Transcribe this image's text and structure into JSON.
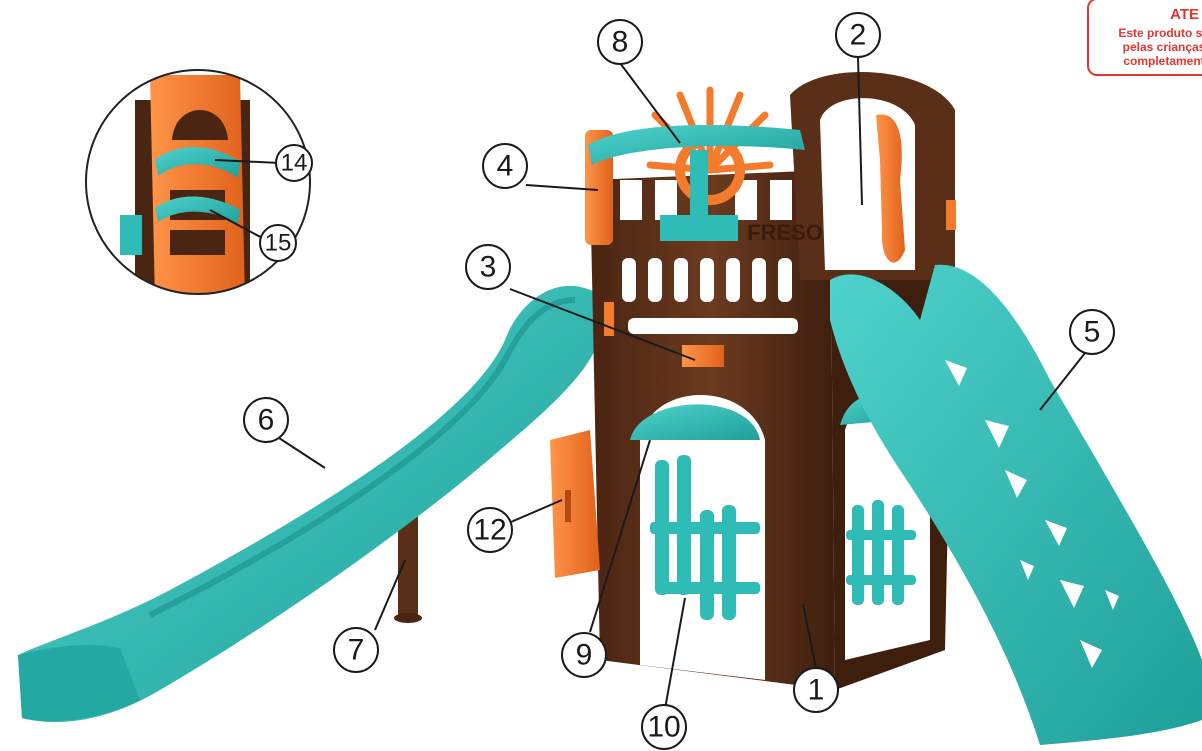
{
  "warning": {
    "title": "ATE",
    "text_line1": "Este produto só",
    "text_line2": "pelas crianças",
    "text_line3": "completament",
    "color": "#e0382f"
  },
  "callouts": [
    "1",
    "2",
    "3",
    "4",
    "5",
    "6",
    "7",
    "8",
    "9",
    "10",
    "12",
    "14",
    "15"
  ],
  "colors": {
    "brown": "#5a2f18",
    "teal": "#2fbcb6",
    "orange": "#f47a2c"
  },
  "brand_mark": "FRESO"
}
